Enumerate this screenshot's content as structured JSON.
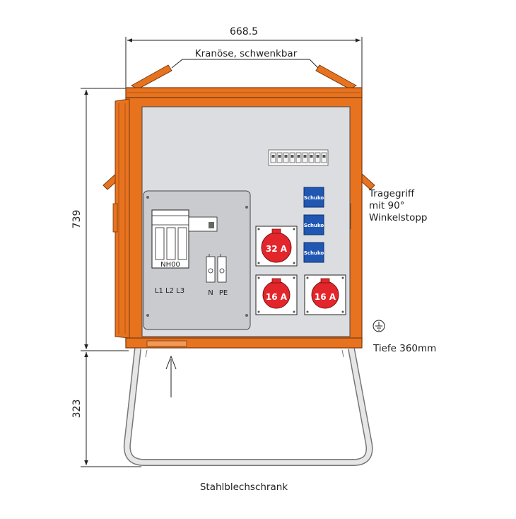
{
  "dimensions": {
    "width": "668.5",
    "height_cabinet": "739",
    "height_stand": "323"
  },
  "annotations": {
    "crane_eye": "Kranöse, schwenkbar",
    "handle_line1": "Tragegriff",
    "handle_line2": "mit 90°",
    "handle_line3": "Winkelstopp",
    "depth": "Tiefe 360mm",
    "caption": "Stahlblechschrank"
  },
  "components": {
    "fuse_label": "NH00",
    "phase_labels": "L1 L2 L3",
    "n_label": "N",
    "pe_label": "PE",
    "schuko_1": "Schuko",
    "schuko_2": "Schuko",
    "schuko_3": "Schuko",
    "socket_32a": "32 A",
    "socket_16a_left": "16 A",
    "socket_16a_right": "16 A"
  },
  "colors": {
    "frame_orange": "#e8731f",
    "panel_gray": "#dcdde0",
    "socket_red": "#e3262b",
    "schuko_blue": "#1f57b3"
  }
}
